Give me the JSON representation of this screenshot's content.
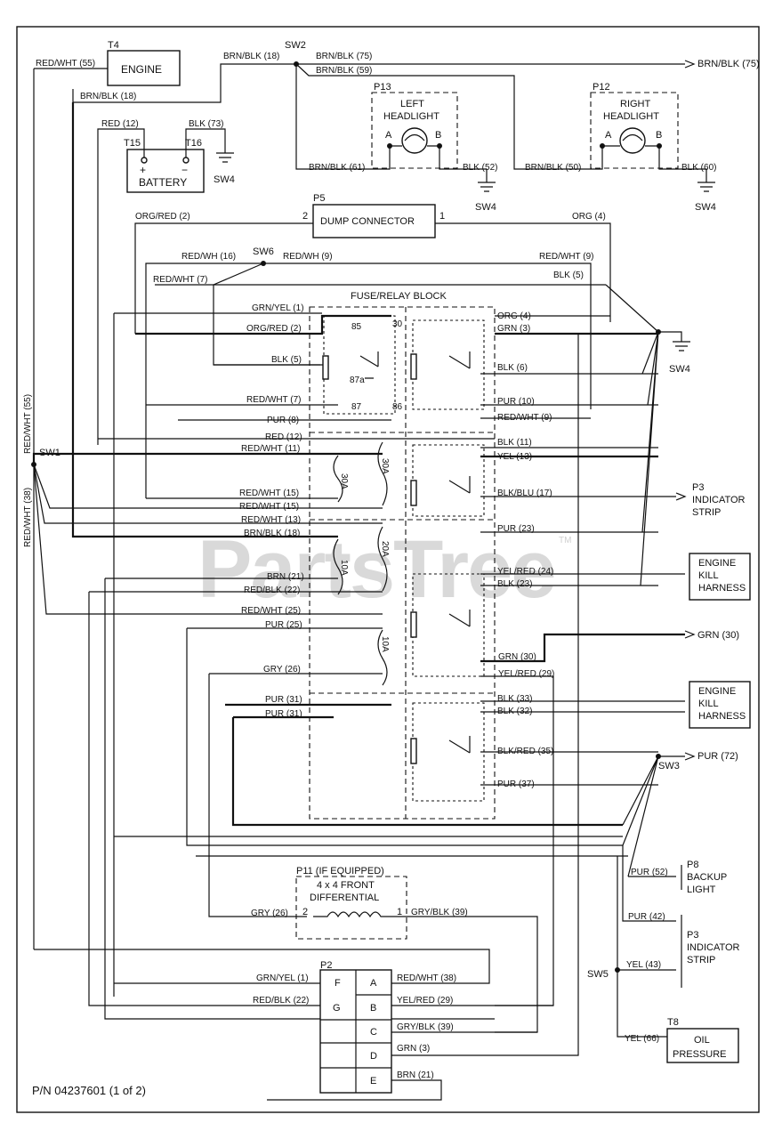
{
  "watermark": {
    "text": "PartsTree",
    "tm": "TM"
  },
  "footer": {
    "part_number": "P/N 04237601 (1 of 2)"
  },
  "components": {
    "engine": "ENGINE",
    "engine_tag": "T4",
    "battery": "BATTERY",
    "battery_plus_tag": "T15",
    "battery_minus_tag": "T16",
    "plus": "+",
    "minus": "−",
    "left_headlight": {
      "tag": "P13",
      "line1": "LEFT",
      "line2": "HEADLIGHT",
      "a": "A",
      "b": "B"
    },
    "right_headlight": {
      "tag": "P12",
      "line1": "RIGHT",
      "line2": "HEADLIGHT",
      "a": "A",
      "b": "B"
    },
    "dump_connector": {
      "tag": "P5",
      "label": "DUMP CONNECTOR",
      "pin2": "2",
      "pin1": "1"
    },
    "fuse_relay_block": "FUSE/RELAY BLOCK",
    "p3_top": {
      "tag": "P3",
      "line1": "INDICATOR",
      "line2": "STRIP"
    },
    "engine_kill_1": {
      "line1": "ENGINE",
      "line2": "KILL",
      "line3": "HARNESS"
    },
    "engine_kill_2": {
      "line1": "ENGINE",
      "line2": "KILL",
      "line3": "HARNESS"
    },
    "differential": {
      "tag": "P11 (IF EQUIPPED)",
      "line1": "4 x 4 FRONT",
      "line2": "DIFFERENTIAL",
      "pin2": "2",
      "pin1": "1"
    },
    "p2": {
      "tag": "P2",
      "pins": [
        "F",
        "A",
        "G",
        "B",
        "C",
        "D",
        "E"
      ]
    },
    "p8": {
      "tag": "P8",
      "line1": "BACKUP",
      "line2": "LIGHT"
    },
    "p3_bottom": {
      "tag": "P3",
      "line1": "INDICATOR",
      "line2": "STRIP"
    },
    "oil": {
      "tag": "T8",
      "line1": "OIL",
      "line2": "PRESSURE"
    }
  },
  "grounds": {
    "sw4a": "SW4",
    "sw4b": "SW4",
    "sw4c": "SW4",
    "sw4": "SW4"
  },
  "splices": {
    "sw1": "SW1",
    "sw2": "SW2",
    "sw3": "SW3",
    "sw5": "SW5",
    "sw6": "SW6"
  },
  "fuses": {
    "f1": "30A",
    "f2": "30A",
    "f3": "20A",
    "f4": "10A",
    "f5": "10A"
  },
  "relay_pins": {
    "p85": "85",
    "p30": "30",
    "p87a": "87a",
    "p87": "87",
    "p86": "86"
  },
  "wires": {
    "w1": "RED/WHT (55)",
    "w2": "BRN/BLK (18)",
    "w3": "BRN/BLK (18)",
    "w4": "BRN/BLK (75)",
    "w5": "BRN/BLK (59)",
    "w6": "BRN/BLK (75)",
    "w7": "RED (12)",
    "w8": "BLK (73)",
    "w9": "BRN/BLK (61)",
    "w10": "BLK (52)",
    "w11": "BRN/BLK (50)",
    "w12": "BLK (60)",
    "w13": "ORG/RED (2)",
    "w14": "ORG (4)",
    "w15": "RED/WH (16)",
    "w16": "RED/WH (9)",
    "w17": "RED/WHT (9)",
    "w18": "BLK (5)",
    "w19": "RED/WHT (7)",
    "w20": "GRN/YEL (1)",
    "w21": "ORG/RED (2)",
    "w22": "BLK (5)",
    "w23": "RED/WHT (7)",
    "w24": "PUR (8)",
    "w25": "RED (12)",
    "w26": "RED/WHT (11)",
    "w27": "RED/WHT (15)",
    "w28": "RED/WHT (15)",
    "w29": "RED/WHT (13)",
    "w30": "BRN/BLK (18)",
    "w31": "BRN (21)",
    "w32": "RED/BLK (22)",
    "w33": "RED/WHT (25)",
    "w34": "PUR (25)",
    "w35": "GRY (26)",
    "w36": "PUR (31)",
    "w37": "PUR (31)",
    "r1": "ORG (4)",
    "r2": "GRN (3)",
    "r3": "BLK (6)",
    "r4": "PUR (10)",
    "r5": "RED/WHT (9)",
    "r6": "BLK (11)",
    "r7": "YEL (13)",
    "r8": "BLK/BLU (17)",
    "r9": "PUR (23)",
    "r10": "YEL/RED (24)",
    "r11": "BLK (23)",
    "r12": "GRN (30)",
    "r13": "YEL/RED (29)",
    "r14": "BLK (33)",
    "r15": "BLK (32)",
    "r16": "BLK/RED (35)",
    "r17": "PUR (37)",
    "e1": "GRN (30)",
    "e2": "PUR (72)",
    "e3": "PUR (52)",
    "e4": "PUR (42)",
    "e5": "YEL (43)",
    "e6": "YEL (66)",
    "d1": "GRY (26)",
    "d2": "GRY/BLK (39)",
    "v1": "RED/WHT (55)",
    "v2": "RED/WHT (38)",
    "p2a": "GRN/YEL (1)",
    "p2b": "RED/BLK (22)",
    "p2c": "RED/WHT (38)",
    "p2d": "YEL/RED (29)",
    "p2e": "GRY/BLK (39)",
    "p2f": "GRN (3)",
    "p2g": "BRN (21)"
  }
}
